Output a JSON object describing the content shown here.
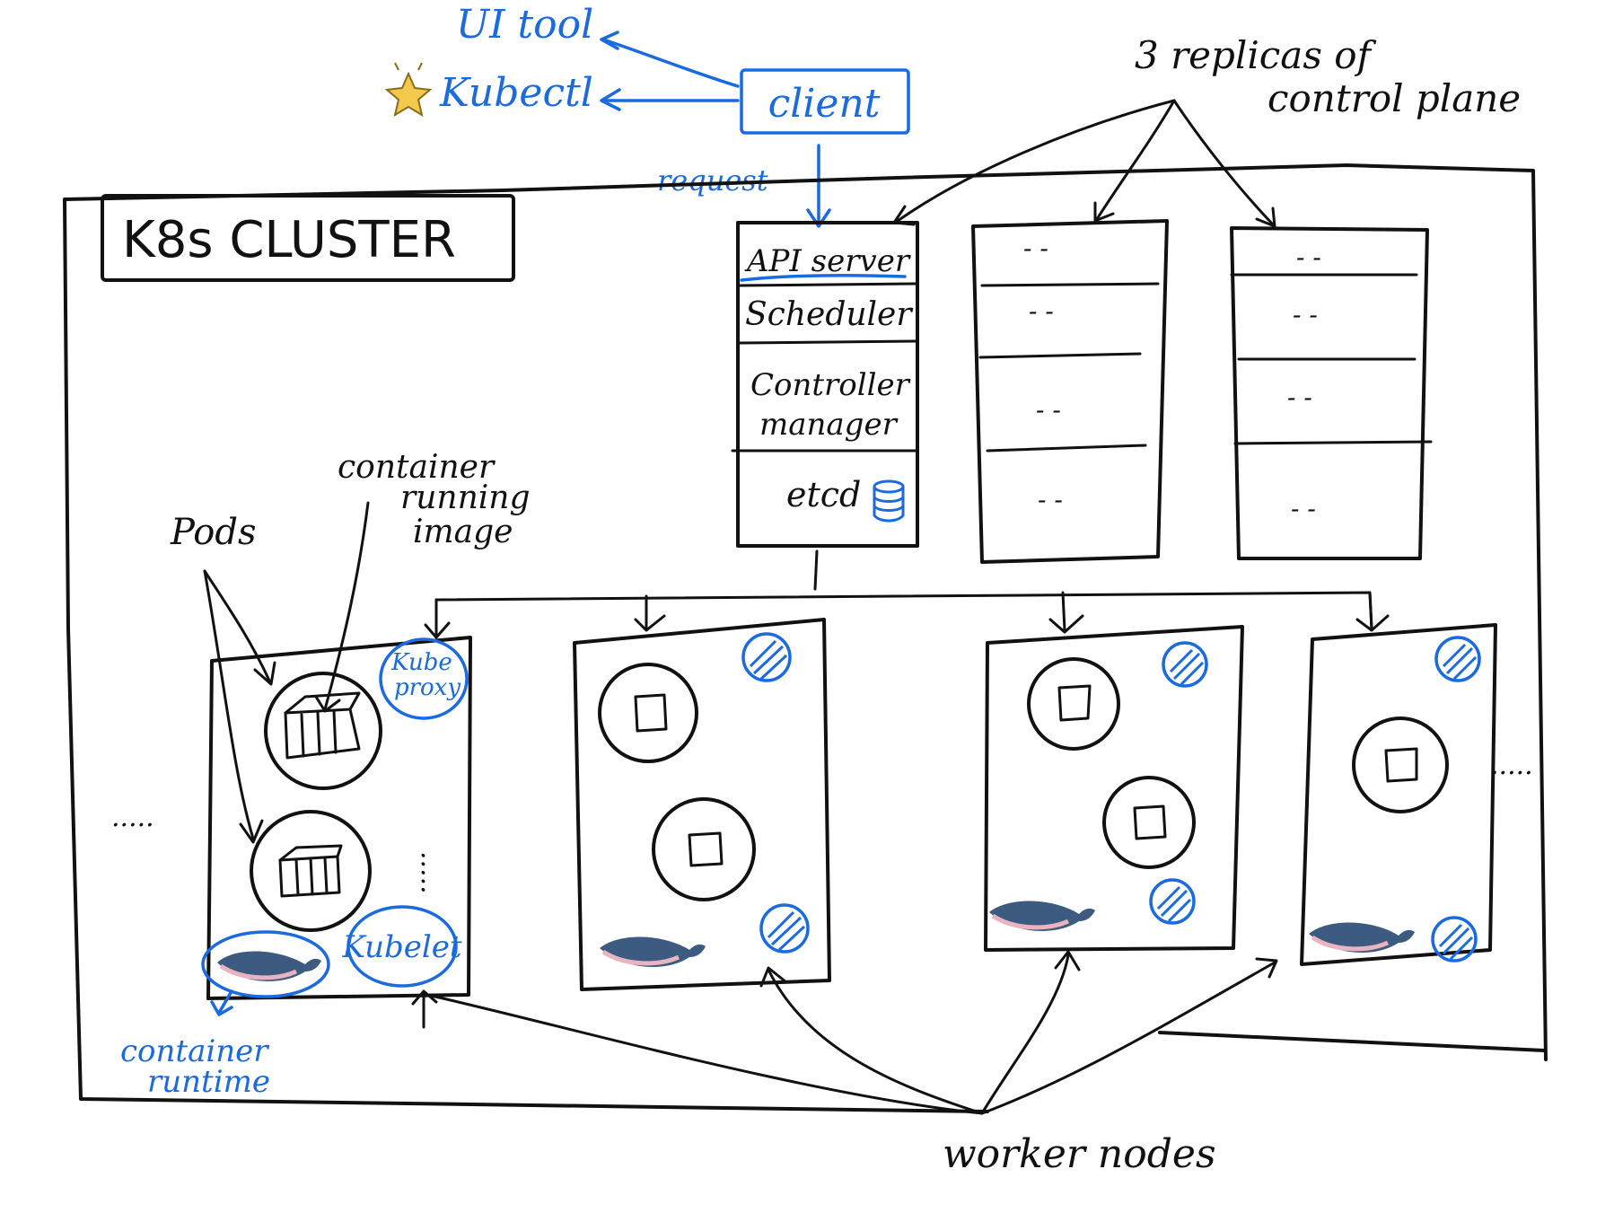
{
  "client": {
    "label": "client",
    "ui_tool": "UI tool",
    "kubectl": "Kubectl",
    "request": "request"
  },
  "cluster": {
    "title": "K8s   CLUSTER"
  },
  "control_plane": {
    "replicas_note_line1": "3 replicas of",
    "replicas_note_line2": "control plane",
    "components": [
      "API server",
      "Scheduler",
      "Controller manager",
      "etcd"
    ],
    "replica_placeholder": "- -"
  },
  "worker": {
    "pods_label": "Pods",
    "container_label_line1": "container",
    "container_label_line2": "running",
    "container_label_line3": "image",
    "kube_proxy_line1": "Kube",
    "kube_proxy_line2": "proxy",
    "kubelet": "Kubelet",
    "container_runtime_line1": "container",
    "container_runtime_line2": "runtime",
    "worker_nodes": "worker nodes",
    "ellipsis": "....."
  },
  "colors": {
    "ink": "#111111",
    "accent_blue": "#1a6ae0",
    "whale_body": "#3d5a80",
    "whale_belly": "#e8b4c0",
    "star": "#f2c94c"
  },
  "icons": [
    "star-icon",
    "database-icon",
    "whale-icon",
    "container-icon",
    "hatched-circle-icon"
  ]
}
